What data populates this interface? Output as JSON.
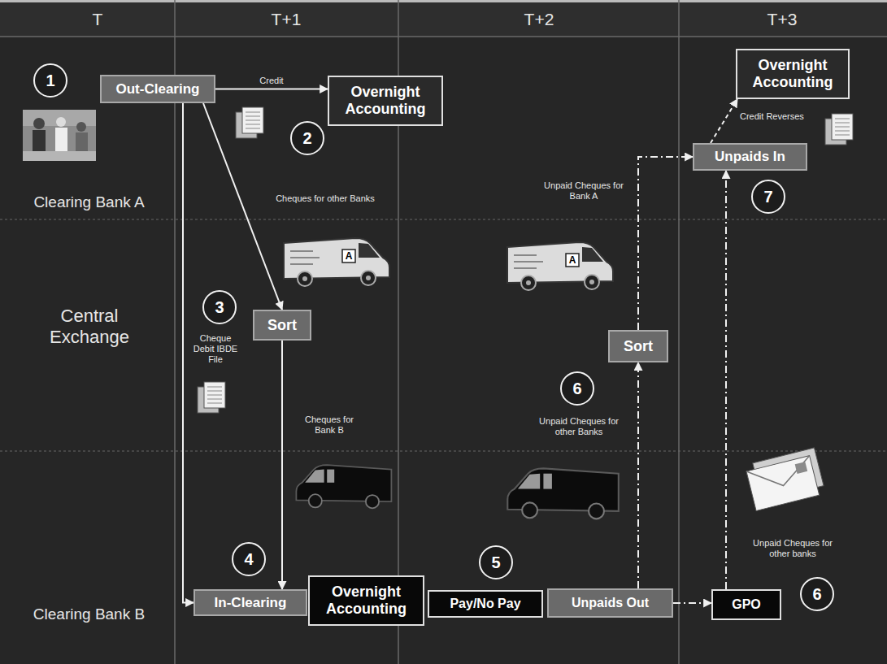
{
  "diagram": {
    "nodes": [
      {
        "text": [
          "1"
        ]
      },
      {
        "text": [
          "Out-Clearing"
        ]
      },
      {
        "text": [
          "Overnight Accounting"
        ]
      },
      {
        "text": [
          "2"
        ]
      },
      {
        "text": [
          "Overnight Accounting"
        ]
      },
      {
        "text": [
          "Unpaids In"
        ]
      },
      {
        "text": [
          "7"
        ]
      },
      {
        "text": [
          "3"
        ]
      },
      {
        "text": [
          "Sort"
        ]
      },
      {
        "text": [
          "Sort"
        ]
      },
      {
        "text": [
          "6"
        ]
      },
      {
        "text": [
          "4"
        ]
      },
      {
        "text": [
          "5"
        ]
      },
      {
        "text": [
          "6"
        ]
      },
      {
        "text": [
          "In-Clearing"
        ]
      },
      {
        "text": [
          "Overnight Accounting"
        ]
      },
      {
        "text": [
          "Pay/No Pay"
        ]
      },
      {
        "text": [
          "Unpaids Out"
        ]
      },
      {
        "text": [
          "GPO"
        ]
      }
    ],
    "edges": [
      {
        "from": 1,
        "to": 2,
        "arrow": "to",
        "label": "Credit"
      },
      {
        "from": 1,
        "to": 8,
        "arrow": "to"
      },
      {
        "from": 1,
        "to": 14,
        "arrow": "to"
      },
      {
        "from": 8,
        "to": 14,
        "arrow": "to"
      },
      {
        "from": 17,
        "to": 9,
        "arrow": "to"
      },
      {
        "from": 9,
        "to": 5,
        "arrow": "to"
      },
      {
        "from": 17,
        "to": 18,
        "arrow": "to"
      },
      {
        "from": 18,
        "to": 5,
        "arrow": "to"
      },
      {
        "from": 5,
        "to": 4,
        "arrow": "to",
        "label": "Credit Reverses"
      }
    ],
    "labels": [
      "T",
      "T+1",
      "T+2",
      "T+3",
      "Clearing Bank A",
      "Cheques for other Banks",
      "A",
      "Unpaid Cheques for Bank A",
      "A",
      "Central Exchange",
      "Cheque Debit IBDE File",
      "Unpaid Cheques for other Banks",
      "Cheques for Bank B",
      "Unpaid Cheques for other banks",
      "Clearing Bank B"
    ]
  }
}
